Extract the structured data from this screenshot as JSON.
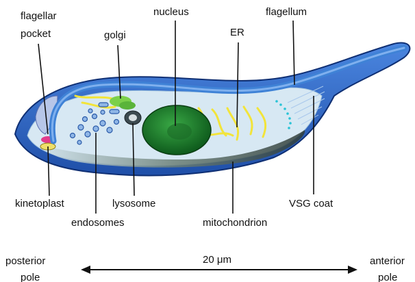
{
  "labels": {
    "flagellar_pocket_line1": "flagellar",
    "flagellar_pocket_line2": "pocket",
    "golgi": "golgi",
    "nucleus": "nucleus",
    "er": "ER",
    "flagellum": "flagellum",
    "kinetoplast": "kinetoplast",
    "endosomes": "endosomes",
    "lysosome": "lysosome",
    "mitochondrion": "mitochondrion",
    "vsg_coat": "VSG coat"
  },
  "scale": {
    "left_line1": "posterior",
    "left_line2": "pole",
    "right_line1": "anterior",
    "right_line2": "pole",
    "length_label": "20 μm"
  },
  "colors": {
    "cell_body": "#2a63c4",
    "cell_outline": "#123a8c",
    "cytoplasm": "#d9eaf5",
    "flagellum": "#3f82d6",
    "nucleus": "#1f7a2e",
    "er": "#f2e43a",
    "golgi": "#7bd04a",
    "kinetoplast": "#f0e06a",
    "flagellar_pocket": "#e23b8c",
    "mitochondrion": "#5a6b64"
  }
}
